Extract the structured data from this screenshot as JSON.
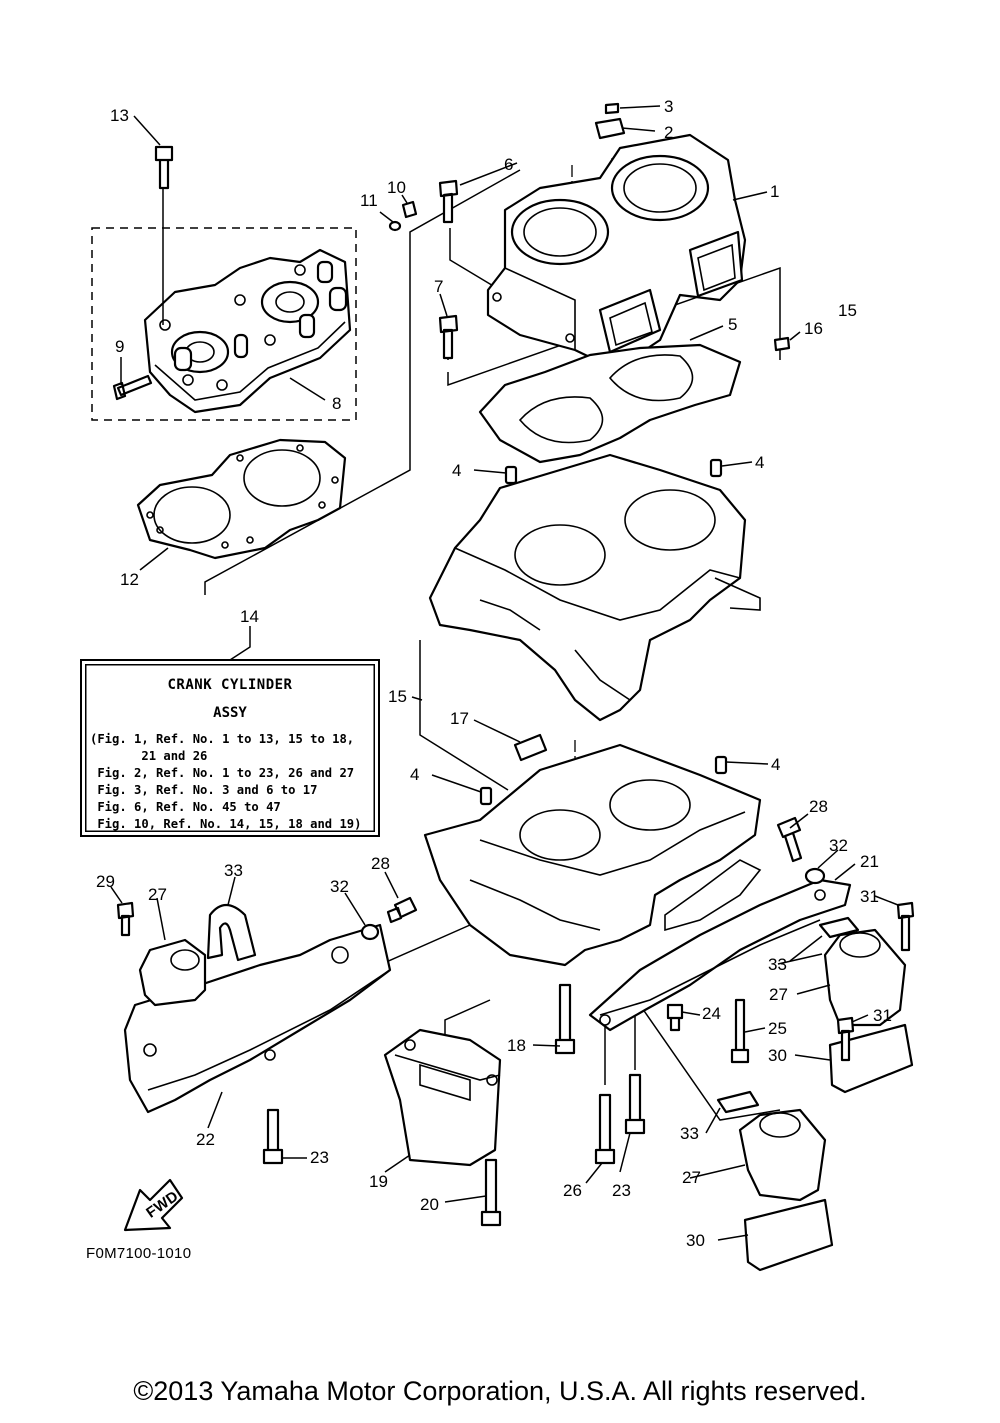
{
  "diagram": {
    "callouts": [
      "1",
      "2",
      "3",
      "4",
      "4",
      "4",
      "4",
      "5",
      "6",
      "7",
      "8",
      "9",
      "10",
      "11",
      "12",
      "13",
      "14",
      "15",
      "15",
      "16",
      "17",
      "18",
      "19",
      "20",
      "21",
      "22",
      "23",
      "23",
      "24",
      "25",
      "26",
      "27",
      "27",
      "27",
      "28",
      "28",
      "29",
      "30",
      "30",
      "31",
      "31",
      "32",
      "32",
      "33",
      "33",
      "33"
    ],
    "figure_code": "F0M7100-1010",
    "fwd_label": "FWD"
  },
  "info_box": {
    "title": "CRANK CYLINDER",
    "subtitle": "ASSY",
    "lines": [
      "(Fig. 1, Ref. No. 1 to 13, 15 to 18,",
      "       21 and 26",
      " Fig. 2, Ref. No. 1 to 23, 26 and 27",
      " Fig. 3, Ref. No. 3 and 6 to 17",
      " Fig. 6, Ref. No. 45 to 47",
      " Fig. 10, Ref. No. 14, 15, 18 and 19)"
    ]
  },
  "footer": {
    "copyright": "©2013 Yamaha Motor Corporation, U.S.A. All rights reserved."
  }
}
